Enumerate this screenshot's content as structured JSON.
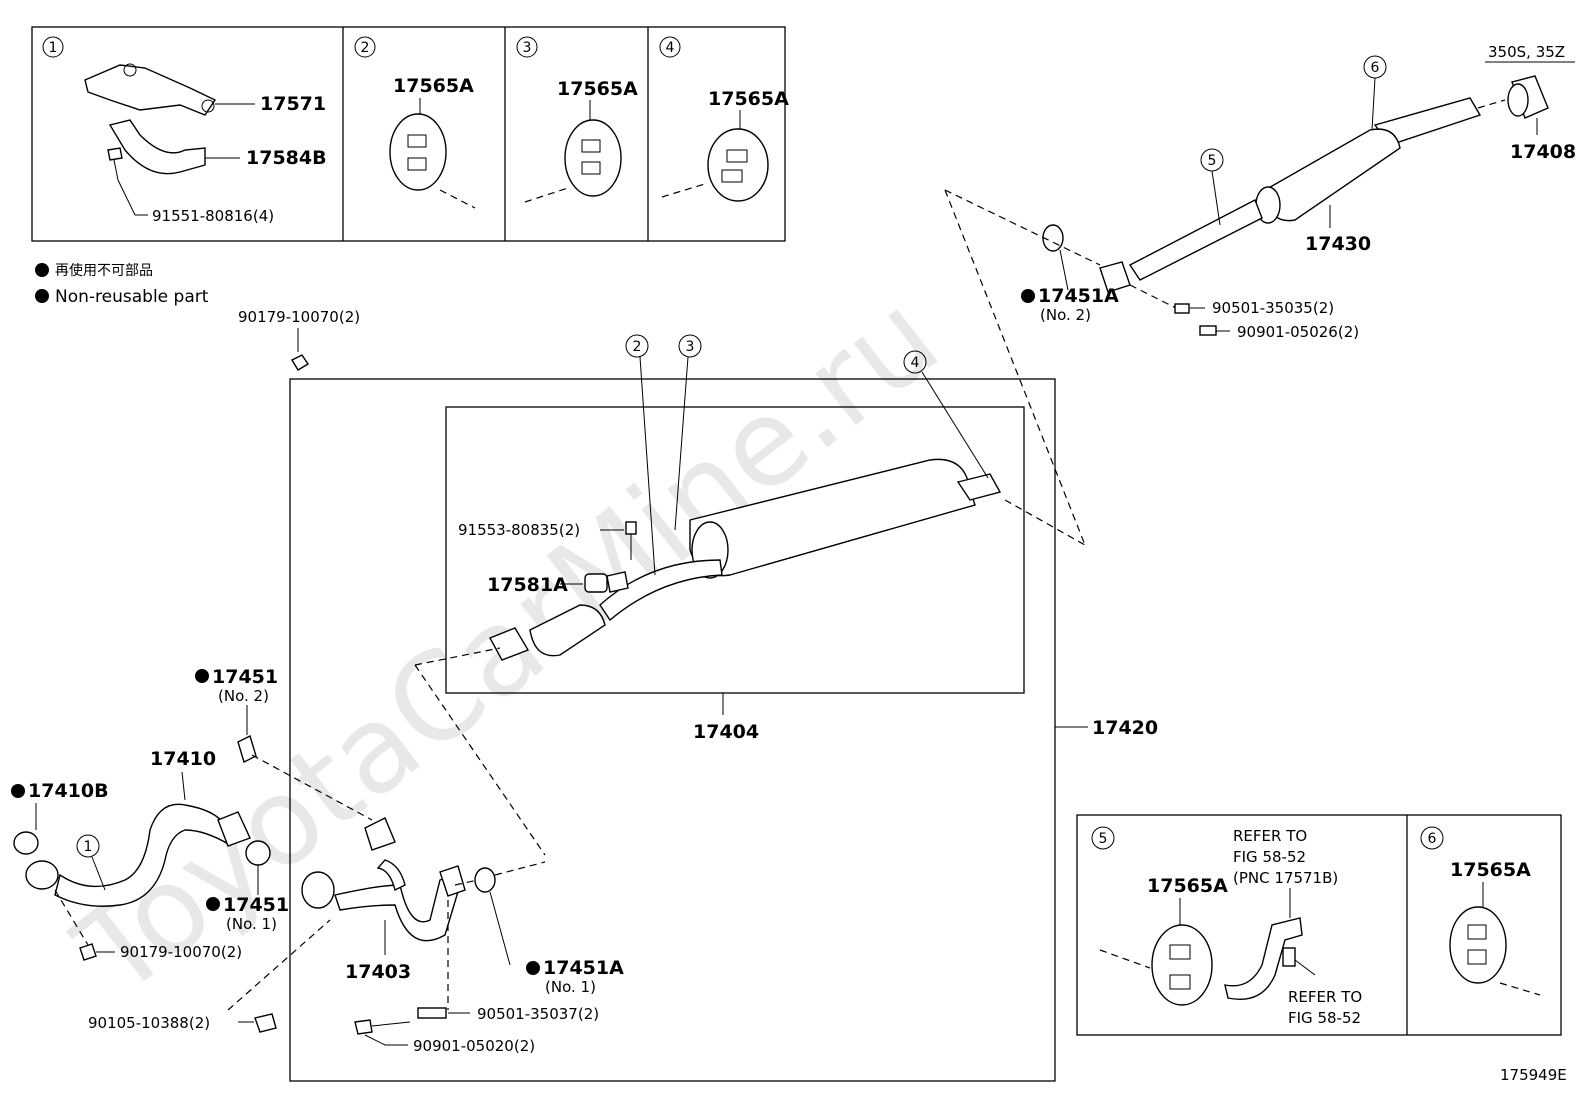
{
  "watermark": "ToyotaCarMine.ru",
  "variant": "350S, 35Z",
  "figure_id": "175949E",
  "legend": {
    "jp": "再使用不可部品",
    "en": "Non-reusable part"
  },
  "callouts": {
    "c1": "1",
    "c2": "2",
    "c3": "3",
    "c4": "4",
    "c5": "5",
    "c6": "6"
  },
  "parts": {
    "p17571": "17571",
    "p17584B": "17584B",
    "p91551": "91551-80816(4)",
    "p17565A": "17565A",
    "p17408": "17408",
    "p17430": "17430",
    "p17451A_no2": "17451A",
    "no2": "(No. 2)",
    "no1": "(No. 1)",
    "p90501_35035": "90501-35035(2)",
    "p90901_05026": "90901-05026(2)",
    "p90179_top": "90179-10070(2)",
    "p91553": "91553-80835(2)",
    "p17581A": "17581A",
    "p17404": "17404",
    "p17420": "17420",
    "p17451": "17451",
    "p17410": "17410",
    "p17410B": "17410B",
    "p90179_bot": "90179-10070(2)",
    "p17403": "17403",
    "p17451A_no1": "17451A",
    "p90501_35037": "90501-35037(2)",
    "p90901_05020": "90901-05020(2)",
    "p90105": "90105-10388(2)"
  },
  "refer": {
    "r1a": "REFER TO",
    "r1b": "FIG 58-52",
    "r1c": "(PNC 17571B)",
    "r2a": "REFER TO",
    "r2b": "FIG 58-52"
  }
}
